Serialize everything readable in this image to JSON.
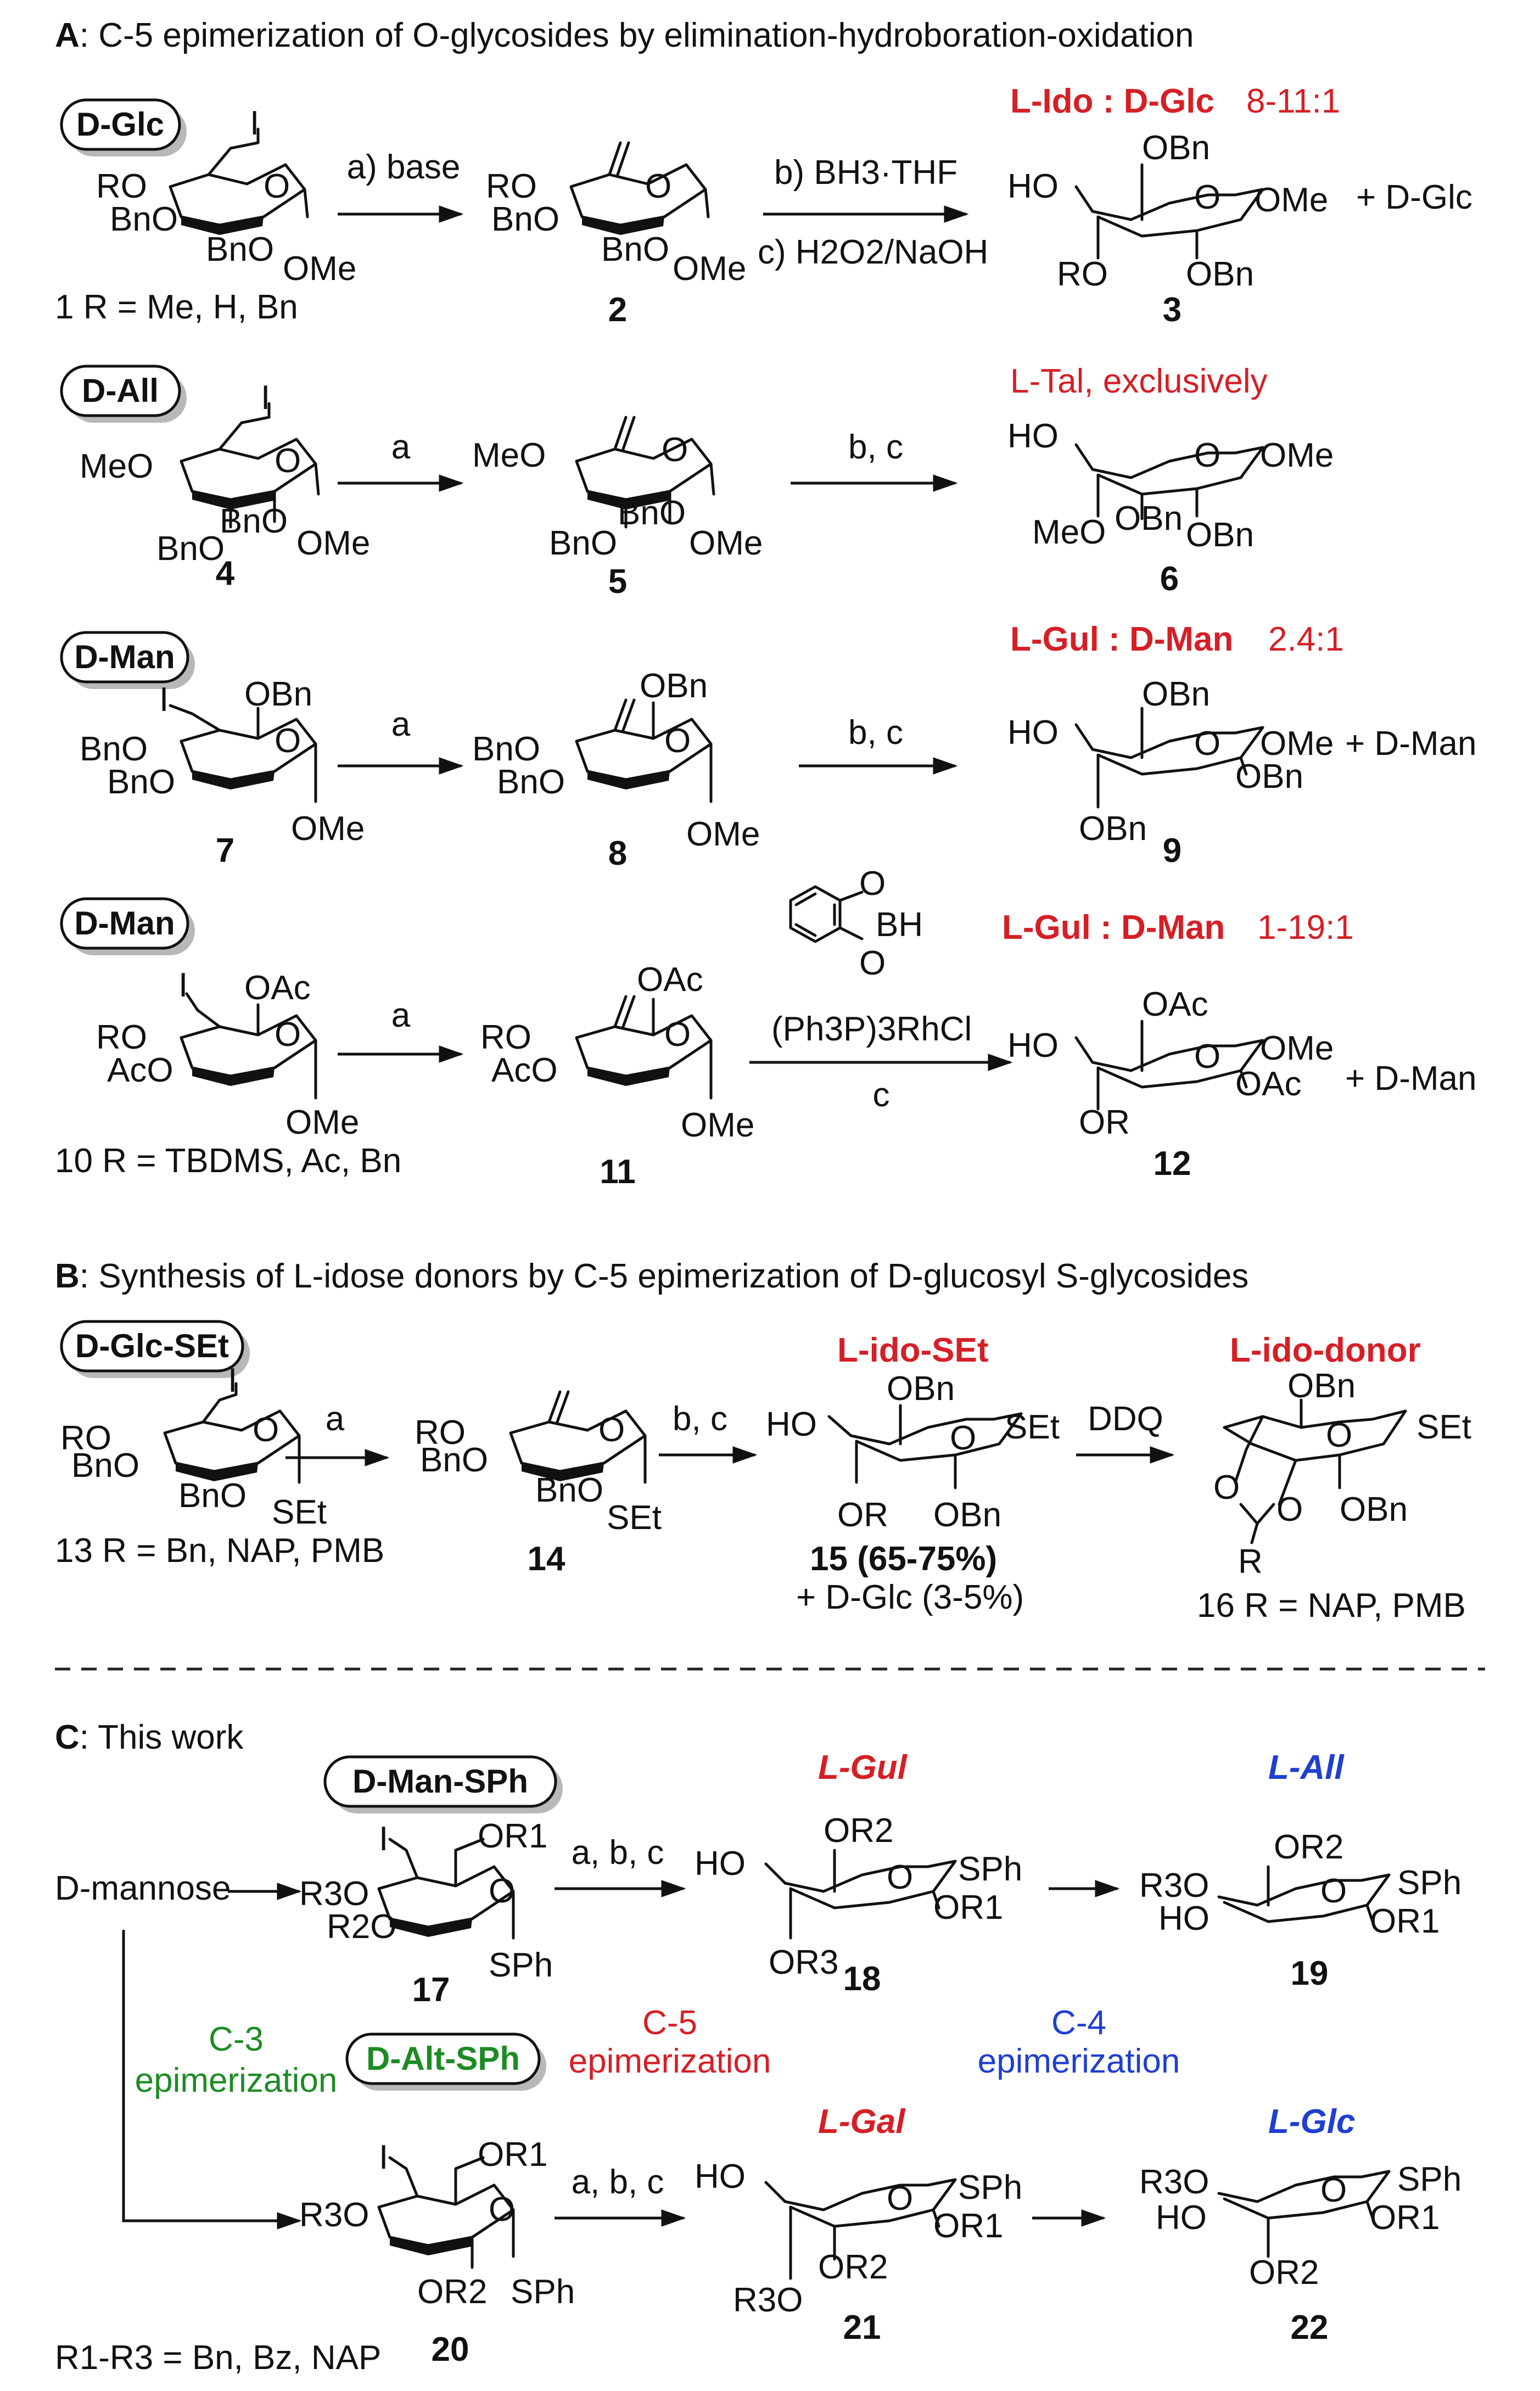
{
  "sections": {
    "A": {
      "letter": "A",
      "title": ": C-5 epimerization of O-glycosides by elimination-hydroboration-oxidation"
    },
    "B": {
      "letter": "B",
      "title": ": Synthesis of L-idose donors by C-5 epimerization of D-glucosyl S-glycosides"
    },
    "C": {
      "letter": "C",
      "title": ": This work"
    }
  },
  "rowA1": {
    "box": "D-Glc",
    "start_subs": [
      "RO",
      "BnO",
      "BnO",
      "OMe",
      "I",
      "O"
    ],
    "start_caption": "1 R = Me, H, Bn",
    "step1": "a) base",
    "mid_subs": [
      "RO",
      "BnO",
      "BnO",
      "OMe",
      "O"
    ],
    "mid_caption": "2",
    "step2_top": "b) BH3·THF",
    "step2_bottom": "c) H2O2/NaOH",
    "result_ratio_label": "L-Ido : D-Glc",
    "result_ratio": "8-11:1",
    "prod_subs": [
      "HO",
      "OBn",
      "O",
      "OMe",
      "RO",
      "OBn"
    ],
    "prod_extra": "+ D-Glc",
    "prod_caption": "3"
  },
  "rowA2": {
    "box": "D-All",
    "start_subs": [
      "MeO",
      "BnO",
      "BnO",
      "OMe",
      "I",
      "O"
    ],
    "start_caption": "4",
    "step1": "a",
    "mid_subs": [
      "MeO",
      "BnO",
      "BnO",
      "OMe",
      "O"
    ],
    "mid_caption": "5",
    "step2": "b, c",
    "result_label": "L-Tal, exclusively",
    "prod_subs": [
      "HO",
      "O",
      "OMe",
      "MeO",
      "OBn",
      "OBn"
    ],
    "prod_caption": "6"
  },
  "rowA3": {
    "box": "D-Man",
    "start_subs": [
      "BnO",
      "BnO",
      "OBn",
      "O",
      "OMe",
      "I"
    ],
    "start_caption": "7",
    "step1": "a",
    "mid_subs": [
      "BnO",
      "BnO",
      "OBn",
      "O",
      "OMe"
    ],
    "mid_caption": "8",
    "step2": "b, c",
    "result_ratio_label": "L-Gul : D-Man",
    "result_ratio": "2.4:1",
    "prod_subs": [
      "HO",
      "OBn",
      "O",
      "OMe",
      "OBn",
      "OBn"
    ],
    "prod_extra": "+ D-Man",
    "prod_caption": "9"
  },
  "rowA4": {
    "box": "D-Man",
    "start_subs": [
      "RO",
      "AcO",
      "OAc",
      "O",
      "OMe",
      "I"
    ],
    "start_caption": "10 R = TBDMS, Ac, Bn",
    "step1": "a",
    "mid_subs": [
      "RO",
      "AcO",
      "OAc",
      "O",
      "OMe"
    ],
    "mid_caption": "11",
    "reagent_top": "BH",
    "reagent_O": "O",
    "step2_top": "(Ph3P)3RhCl",
    "step2_bottom": "c",
    "result_ratio_label": "L-Gul : D-Man",
    "result_ratio": "1-19:1",
    "prod_subs": [
      "HO",
      "OAc",
      "O",
      "OMe",
      "OAc",
      "OR"
    ],
    "prod_extra": "+ D-Man",
    "prod_caption": "12"
  },
  "rowB": {
    "box": "D-Glc-SEt",
    "start_subs": [
      "RO",
      "BnO",
      "BnO",
      "SEt",
      "I",
      "O"
    ],
    "start_caption": "13 R = Bn, NAP, PMB",
    "step1": "a",
    "mid_subs": [
      "RO",
      "BnO",
      "BnO",
      "SEt",
      "O"
    ],
    "mid_caption": "14",
    "step2": "b, c",
    "prod_label": "L-ido-SEt",
    "prod_subs": [
      "HO",
      "OBn",
      "O",
      "SEt",
      "OR",
      "OBn"
    ],
    "prod_caption": "15 (65-75%)",
    "prod_caption2": "+ D-Glc (3-5%)",
    "step3": "DDQ",
    "final_label": "L-ido-donor",
    "final_subs": [
      "OBn",
      "O",
      "SEt",
      "O",
      "O",
      "OBn",
      "R"
    ],
    "final_caption": "16 R = NAP, PMB"
  },
  "rowC": {
    "start_text": "D-mannose",
    "box1": "D-Man-SPh",
    "c17_subs": [
      "R3O",
      "R2O",
      "OR1",
      "O",
      "SPh",
      "I"
    ],
    "c17_caption": "17",
    "step_abc": "a, b, c",
    "gul_label": "L-Gul",
    "c18_subs": [
      "HO",
      "OR2",
      "O",
      "SPh",
      "OR1",
      "OR3"
    ],
    "c18_caption": "18",
    "all_label": "L-All",
    "c19_subs": [
      "R3O",
      "HO",
      "OR2",
      "O",
      "SPh",
      "OR1"
    ],
    "c19_caption": "19",
    "c3_label": "C-3",
    "c3_label2": "epimerization",
    "c5_label": "C-5",
    "c5_label2": "epimerization",
    "c4_label": "C-4",
    "c4_label2": "epimerization",
    "box2": "D-Alt-SPh",
    "c20_subs": [
      "R3O",
      "OR1",
      "O",
      "OR2",
      "SPh",
      "I"
    ],
    "c20_caption": "20",
    "gal_label": "L-Gal",
    "c21_subs": [
      "HO",
      "O",
      "SPh",
      "OR1",
      "OR2",
      "R3O"
    ],
    "c21_caption": "21",
    "glc_label": "L-Glc",
    "c22_subs": [
      "R3O",
      "HO",
      "O",
      "SPh",
      "OR1",
      "OR2"
    ],
    "c22_caption": "22",
    "footnote": "R1-R3 = Bn, Bz, NAP"
  },
  "colors": {
    "red": "#d51f26",
    "blue": "#1f3fd0",
    "green": "#1d8b24"
  }
}
